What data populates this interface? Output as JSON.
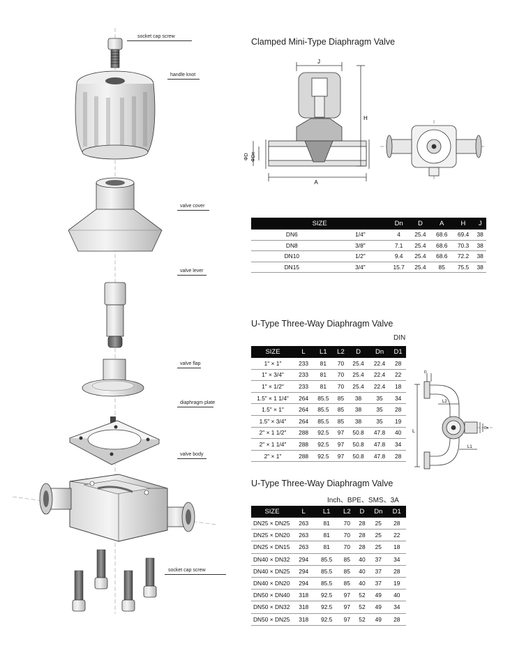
{
  "exploded_labels": {
    "socket_cap_screw_top": "socket cap screw",
    "handle_knot": "handle knot",
    "valve_cover": "valve cover",
    "valve_lever": "valve lever",
    "valve_flap": "valve flap",
    "diaphragm_plate": "diaphragm plate",
    "valve_body": "valve body",
    "socket_cap_screw_bottom": "socket cap screw"
  },
  "mini_valve": {
    "title": "Clamped Mini-Type Diaphragm Valve",
    "drawing_labels": {
      "j": "J",
      "h": "H",
      "a": "A",
      "d": "ΦD",
      "dn": "ΦDn"
    },
    "headers": [
      "SIZE",
      "Dn",
      "D",
      "A",
      "H",
      "J"
    ],
    "rows": [
      [
        "DN6",
        "1/4\"",
        "4",
        "25.4",
        "68.6",
        "69.4",
        "38"
      ],
      [
        "DN8",
        "3/8\"",
        "7.1",
        "25.4",
        "68.6",
        "70.3",
        "38"
      ],
      [
        "DN10",
        "1/2\"",
        "9.4",
        "25.4",
        "68.6",
        "72.2",
        "38"
      ],
      [
        "DN15",
        "3/4\"",
        "15.7",
        "25.4",
        "85",
        "75.5",
        "38"
      ]
    ]
  },
  "u_din": {
    "title": "U-Type Three-Way Diaphragm Valve",
    "standard": "DIN",
    "drawing_labels": {
      "l": "L",
      "l1": "L1",
      "l2": "L2",
      "d": "D",
      "dn": "Dn"
    },
    "headers": [
      "SIZE",
      "L",
      "L1",
      "L2",
      "D",
      "Dn",
      "D1"
    ],
    "rows": [
      [
        "1\" × 1\"",
        "233",
        "81",
        "70",
        "25.4",
        "22.4",
        "28"
      ],
      [
        "1\" × 3/4\"",
        "233",
        "81",
        "70",
        "25.4",
        "22.4",
        "22"
      ],
      [
        "1\" × 1/2\"",
        "233",
        "81",
        "70",
        "25.4",
        "22.4",
        "18"
      ],
      [
        "1.5\" × 1 1/4\"",
        "264",
        "85.5",
        "85",
        "38",
        "35",
        "34"
      ],
      [
        "1.5\" × 1\"",
        "264",
        "85.5",
        "85",
        "38",
        "35",
        "28"
      ],
      [
        "1.5\" × 3/4\"",
        "264",
        "85.5",
        "85",
        "38",
        "35",
        "19"
      ],
      [
        "2\" × 1 1/2\"",
        "288",
        "92.5",
        "97",
        "50.8",
        "47.8",
        "40"
      ],
      [
        "2\" × 1 1/4\"",
        "288",
        "92.5",
        "97",
        "50.8",
        "47.8",
        "34"
      ],
      [
        "2\" × 1\"",
        "288",
        "92.5",
        "97",
        "50.8",
        "47.8",
        "28"
      ]
    ]
  },
  "u_inch": {
    "title": "U-Type Three-Way Diaphragm Valve",
    "standard": "Inch、BPE、SMS、3A",
    "headers": [
      "SIZE",
      "L",
      "L1",
      "L2",
      "D",
      "Dn",
      "D1"
    ],
    "rows": [
      [
        "DN25 × DN25",
        "263",
        "81",
        "70",
        "28",
        "25",
        "28"
      ],
      [
        "DN25 × DN20",
        "263",
        "81",
        "70",
        "28",
        "25",
        "22"
      ],
      [
        "DN25 × DN15",
        "263",
        "81",
        "70",
        "28",
        "25",
        "18"
      ],
      [
        "DN40 × DN32",
        "294",
        "85.5",
        "85",
        "40",
        "37",
        "34"
      ],
      [
        "DN40 × DN25",
        "294",
        "85.5",
        "85",
        "40",
        "37",
        "28"
      ],
      [
        "DN40 × DN20",
        "294",
        "85.5",
        "85",
        "40",
        "37",
        "19"
      ],
      [
        "DN50 × DN40",
        "318",
        "92.5",
        "97",
        "52",
        "49",
        "40"
      ],
      [
        "DN50 × DN32",
        "318",
        "92.5",
        "97",
        "52",
        "49",
        "34"
      ],
      [
        "DN50 × DN25",
        "318",
        "92.5",
        "97",
        "52",
        "49",
        "28"
      ]
    ]
  }
}
